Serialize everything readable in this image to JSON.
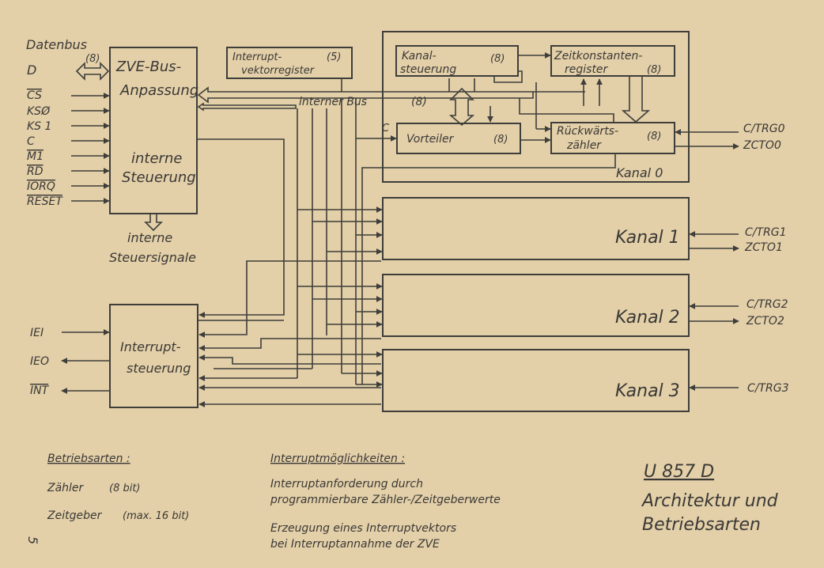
{
  "page_number": "5",
  "cpu_bus": {
    "title_line1": "ZVE-Bus-",
    "title_line2": "Anpassung",
    "internal_line1": "interne",
    "internal_line2": "Steuerung",
    "data_bus_label": "Datenbus",
    "data_bus_width": "(8)",
    "data_bus_name": "D",
    "input_signals": [
      "CS",
      "KSØ",
      "KS 1",
      "C",
      "M1",
      "RD",
      "IORQ",
      "RESET"
    ],
    "control_signals_line1": "interne",
    "control_signals_line2": "Steuersignale"
  },
  "vector_register": {
    "line1": "Interrupt-",
    "line2": "vektorregister",
    "width": "(5)"
  },
  "internal_bus": {
    "label": "interner Bus",
    "width": "(8)"
  },
  "channel0": {
    "label": "Kanal 0",
    "control_line1": "Kanal-",
    "control_line2": "steuerung",
    "control_width": "(8)",
    "time_const_line1": "Zeitkonstanten-",
    "time_const_line2": "register",
    "time_const_width": "(8)",
    "prescaler": "Vorteiler",
    "prescaler_width": "(8)",
    "prescaler_clock": "C",
    "down_counter_line1": "Rückwärts-",
    "down_counter_line2": "zähler",
    "down_counter_width": "(8)",
    "trigger": "C/TRG0",
    "output": "ZCTO0"
  },
  "channel1": {
    "label": "Kanal 1",
    "trigger": "C/TRG1",
    "output": "ZCTO1"
  },
  "channel2": {
    "label": "Kanal 2",
    "trigger": "C/TRG2",
    "output": "ZCTO2"
  },
  "channel3": {
    "label": "Kanal 3",
    "trigger": "C/TRG3"
  },
  "interrupt_control": {
    "line1": "Interrupt-",
    "line2": "steuerung",
    "signals": [
      "IEI",
      "IEO",
      "INT"
    ]
  },
  "modes": {
    "heading": "Betriebsarten :",
    "counter": "Zähler",
    "counter_bits": "(8 bit)",
    "timer": "Zeitgeber",
    "timer_bits": "(max. 16 bit)"
  },
  "interrupts": {
    "heading": "Interruptmöglichkeiten :",
    "item1_line1": "Interruptanforderung durch",
    "item1_line2": "programmierbare Zähler-/Zeitgeberwerte",
    "item2_line1": "Erzeugung eines Interruptvektors",
    "item2_line2": "bei Interruptannahme der ZVE"
  },
  "title": {
    "chip": "U 857 D",
    "line1": "Architektur und",
    "line2": "Betriebsarten"
  }
}
